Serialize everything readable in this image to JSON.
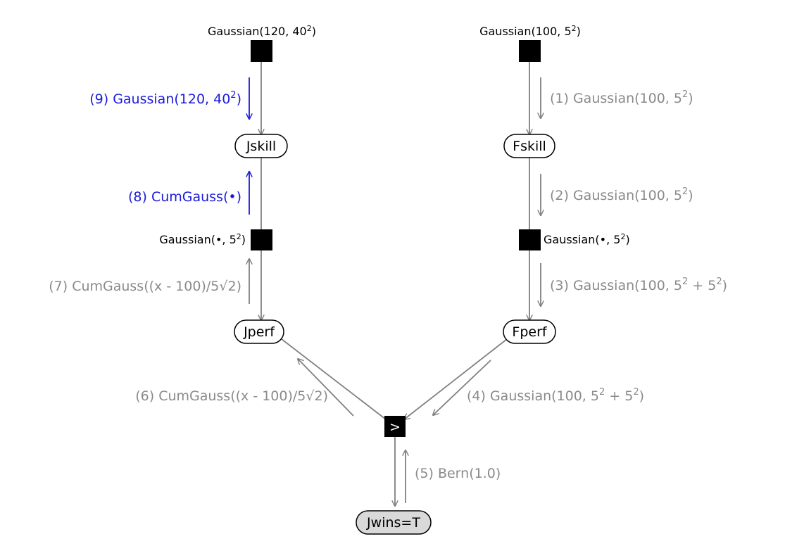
{
  "colors": {
    "edge": "#808080",
    "factor": "#000000",
    "message_gray": "#8a8a8a",
    "message_blue": "#1a1adc",
    "observed_fill": "#d9d9d9",
    "node_stroke": "#000000"
  },
  "factors": {
    "prior_j": {
      "base": "Gaussian(120, 40",
      "sup": "2",
      "close": ")"
    },
    "prior_f": {
      "base": "Gaussian(100, 5",
      "sup": "2",
      "close": ")"
    },
    "noise_j": {
      "base": "Gaussian(•, 5",
      "sup": "2",
      "close": ")"
    },
    "noise_f": {
      "base": "Gaussian(•, 5",
      "sup": "2",
      "close": ")"
    },
    "compare": {
      "label": ">"
    }
  },
  "variables": {
    "jskill": "Jskill",
    "fskill": "Fskill",
    "jperf": "Jperf",
    "fperf": "Fperf",
    "jwins": "Jwins=T"
  },
  "messages": {
    "m1": {
      "base": "(1) Gaussian(100, 5",
      "sup": "2",
      "close": ")"
    },
    "m2": {
      "base": "(2) Gaussian(100, 5",
      "sup": "2",
      "close": ")"
    },
    "m3": {
      "base": "(3) Gaussian(100, 5",
      "sup": "2",
      "mid": " + 5",
      "sup2": "2",
      "close": ")"
    },
    "m4": {
      "base": "(4) Gaussian(100, 5",
      "sup": "2",
      "mid": " + 5",
      "sup2": "2",
      "close": ")"
    },
    "m5": {
      "text": "(5) Bern(1.0)"
    },
    "m6": {
      "text": "(6) CumGauss((x - 100)/5√2)"
    },
    "m7": {
      "text": "(7) CumGauss((x - 100)/5√2)"
    },
    "m8": {
      "text": "(8) CumGauss(•)"
    },
    "m9": {
      "base": "(9) Gaussian(120, 40",
      "sup": "2",
      "close": ")"
    }
  }
}
